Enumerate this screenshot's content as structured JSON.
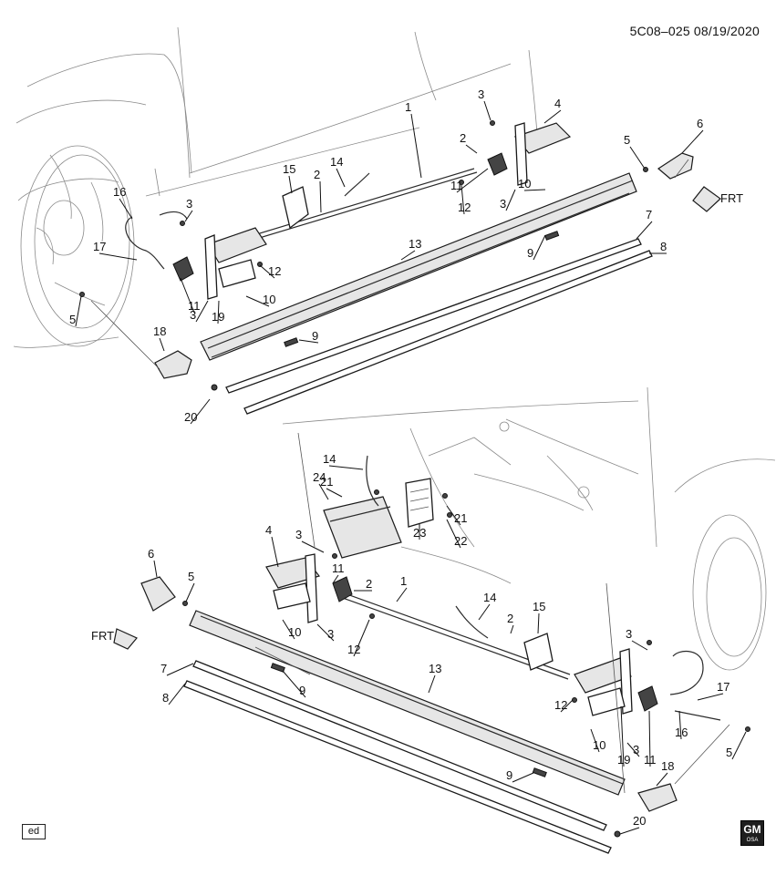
{
  "header": {
    "code": "5C08–025  08/19/2020"
  },
  "footer": {
    "tag": "ed",
    "logo_text": "GM",
    "logo_sub": "OSA"
  },
  "front_label": "FRT",
  "icons": {
    "logo": "gm-logo-icon",
    "front_arrow": "front-arrow-icon"
  },
  "callouts_top": [
    "1",
    "2",
    "2",
    "3",
    "3",
    "3",
    "3",
    "4",
    "5",
    "5",
    "6",
    "7",
    "8",
    "9",
    "9",
    "10",
    "10",
    "11",
    "11",
    "12",
    "12",
    "13",
    "14",
    "15",
    "16",
    "17",
    "18",
    "19",
    "20"
  ],
  "callouts_bottom": [
    "1",
    "2",
    "2",
    "3",
    "3",
    "3",
    "3",
    "4",
    "5",
    "5",
    "6",
    "7",
    "8",
    "9",
    "9",
    "10",
    "10",
    "11",
    "11",
    "12",
    "12",
    "13",
    "14",
    "14",
    "15",
    "16",
    "17",
    "18",
    "19",
    "20",
    "21",
    "21",
    "22",
    "23",
    "24"
  ]
}
